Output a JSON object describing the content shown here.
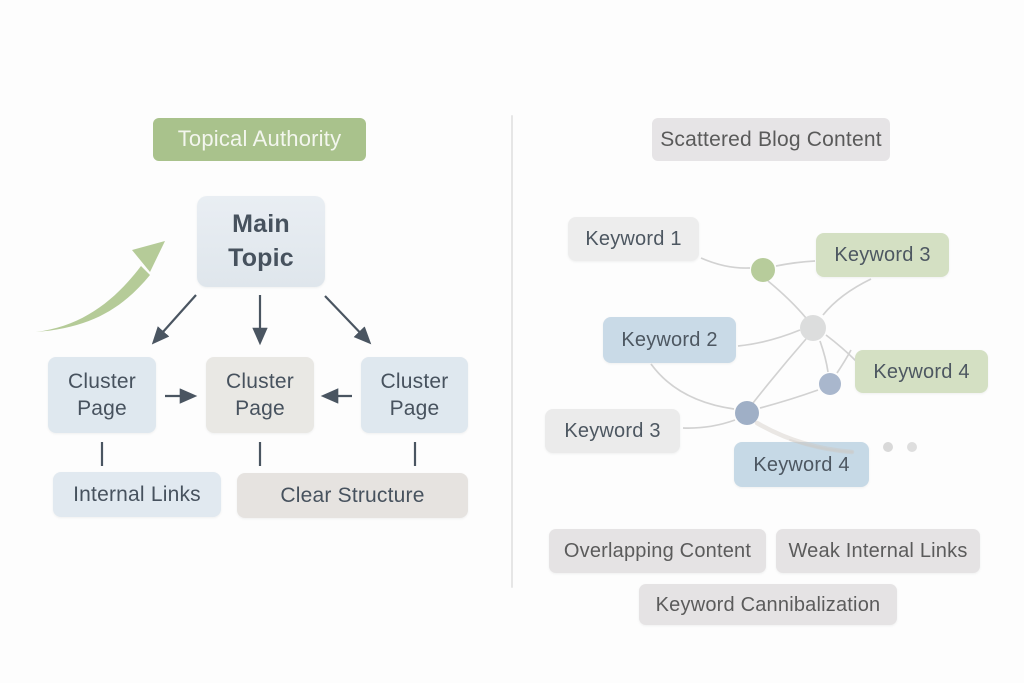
{
  "left_panel": {
    "title": "Topical Authority",
    "main_topic": "Main Topic",
    "cluster_pages": [
      "Cluster Page",
      "Cluster Page",
      "Cluster Page"
    ],
    "benefits": [
      "Internal Links",
      "Clear Structure"
    ]
  },
  "right_panel": {
    "title": "Scattered Blog Content",
    "keywords": [
      {
        "label": "Keyword 1",
        "variant": "gray"
      },
      {
        "label": "Keyword 3",
        "variant": "green"
      },
      {
        "label": "Keyword 2",
        "variant": "blue"
      },
      {
        "label": "Keyword 4",
        "variant": "green"
      },
      {
        "label": "Keyword 3",
        "variant": "gray"
      },
      {
        "label": "Keyword 4",
        "variant": "blue"
      }
    ],
    "issues": [
      "Overlapping Content",
      "Weak Internal Links",
      "Keyword Cannibalization"
    ]
  },
  "icons": {
    "growth_arrow": "curved-growth-arrow",
    "flow_arrows": "straight-flow-arrows"
  },
  "colors": {
    "accent_green": "#a9c28c",
    "pale_green": "#d4e0c3",
    "pale_blue": "#c9dae7",
    "node_blue": "#dfe8ef",
    "node_gray": "#e9e8e4",
    "issue_gray": "#e5e3e4",
    "text_dark": "#47525e",
    "arrow_dark": "#4a5561",
    "link_line": "#d2d2d2",
    "dot_green": "#b7cc9b",
    "dot_gray": "#dcdddd",
    "dot_blue": "#a4b3c9"
  }
}
